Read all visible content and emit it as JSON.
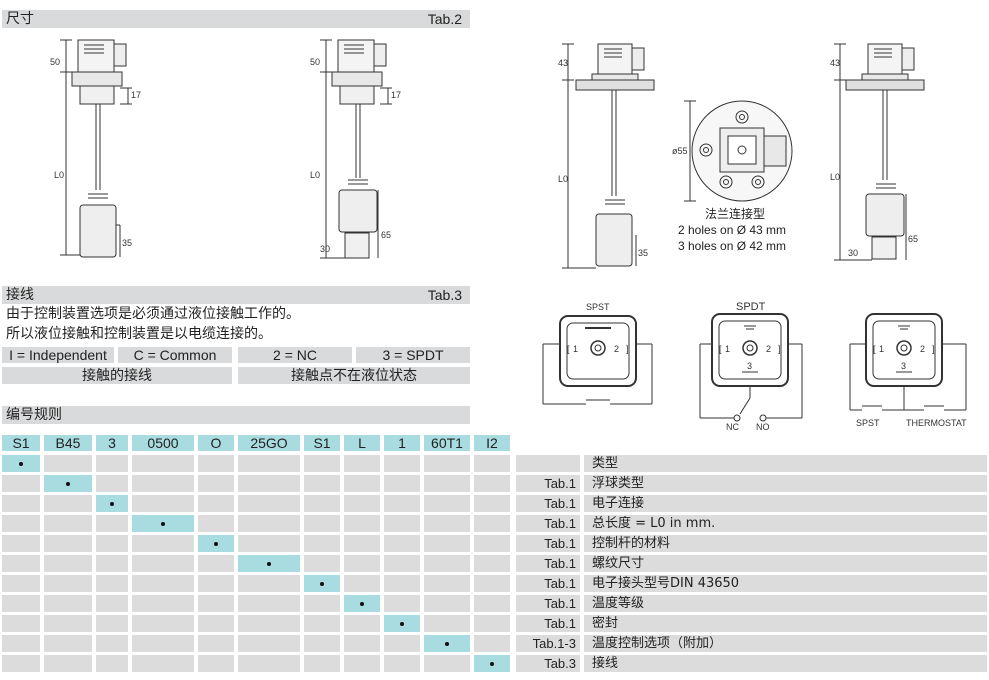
{
  "section_dims": {
    "title": "尺寸",
    "tab": "Tab.2"
  },
  "section_wiring": {
    "title": "接线",
    "tab": "Tab.3"
  },
  "section_code": {
    "title": "编号规则"
  },
  "wiring_text": [
    "由于控制装置选项是必须通过液位接触工作的。",
    "所以液位接触和控制装置是以电缆连接的。"
  ],
  "legend": {
    "i": "I = Independent",
    "c": "C = Common",
    "nc": "2  =  NC",
    "spdt": "3  =  SPDT",
    "left_note": "接触的接线",
    "right_note": "接触点不在液位状态"
  },
  "drawing_labels": {
    "d1": {
      "top": "50",
      "mid": "17",
      "l0": "L0",
      "bot": "35"
    },
    "d2": {
      "top": "50",
      "mid": "17",
      "l0": "L0",
      "bot1": "65",
      "bot2": "30"
    },
    "d3": {
      "top": "43",
      "l0": "L0",
      "bot": "35"
    },
    "d4": {
      "top": "43",
      "l0": "L0",
      "bot1": "65",
      "bot2": "30"
    },
    "flange": {
      "dia": "ø55",
      "title": "法兰连接型",
      "line1": "2 holes on Ø 43 mm",
      "line2": "3 holes on Ø 42 mm"
    }
  },
  "wiring_labels": {
    "spst": "SPST",
    "spdt": "SPDT",
    "p1": "1",
    "p2": "2",
    "p3": "3",
    "nc": "NC",
    "no": "NO",
    "spst2": "SPST",
    "thermo": "THERMOSTAT"
  },
  "code_headers": [
    "S1",
    "B45",
    "3",
    "0500",
    "O",
    "25GO",
    "S1",
    "L",
    "1",
    "60T1",
    "I2"
  ],
  "code_rows": [
    {
      "tab": "",
      "desc": "类型"
    },
    {
      "tab": "Tab.1",
      "desc": "浮球类型"
    },
    {
      "tab": "Tab.1",
      "desc": "电子连接"
    },
    {
      "tab": "Tab.1",
      "desc": "总长度 = L0 in mm."
    },
    {
      "tab": "Tab.1",
      "desc": "控制杆的材料"
    },
    {
      "tab": "Tab.1",
      "desc": "螺纹尺寸"
    },
    {
      "tab": "Tab.1",
      "desc": "电子接头型号DIN 43650"
    },
    {
      "tab": "Tab.1",
      "desc": "温度等级"
    },
    {
      "tab": "Tab.1",
      "desc": "密封"
    },
    {
      "tab": "Tab.1-3",
      "desc": "温度控制选项（附加）"
    },
    {
      "tab": "Tab.3",
      "desc": "接线"
    }
  ],
  "colors": {
    "bar": "#d9dadb",
    "highlight": "#a9dce0"
  }
}
